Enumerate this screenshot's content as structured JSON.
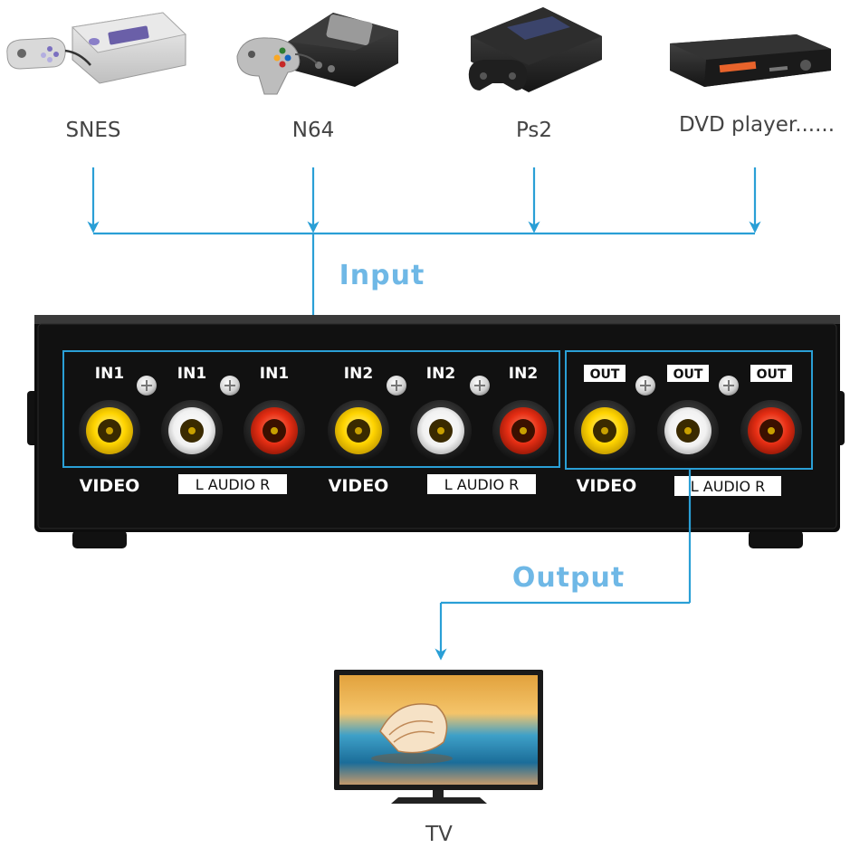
{
  "colors": {
    "arrow": "#2a9fd6",
    "label_blue": "#6fb8e6",
    "device_label": "#444444",
    "switch_body": "#0d0d0d"
  },
  "devices": [
    {
      "name": "SNES",
      "icon": "snes-console-icon"
    },
    {
      "name": "N64",
      "icon": "n64-console-icon"
    },
    {
      "name": "Ps2",
      "icon": "ps2-console-icon"
    },
    {
      "name": "DVD player......",
      "icon": "dvd-player-icon"
    }
  ],
  "flow": {
    "input_label": "Input",
    "output_label": "Output"
  },
  "switch_box": {
    "ports": {
      "in1_labels": [
        "IN1",
        "IN1",
        "IN1"
      ],
      "in2_labels": [
        "IN2",
        "IN2",
        "IN2"
      ],
      "out_labels": [
        "OUT",
        "OUT",
        "OUT"
      ]
    },
    "captions": {
      "video_1": "VIDEO",
      "audio_1": "L  AUDIO  R",
      "video_2": "VIDEO",
      "audio_2": "L  AUDIO  R",
      "video_out": "VIDEO",
      "audio_out": "L  AUDIO  R"
    }
  },
  "output_device": {
    "name": "TV",
    "icon": "tv-icon"
  }
}
